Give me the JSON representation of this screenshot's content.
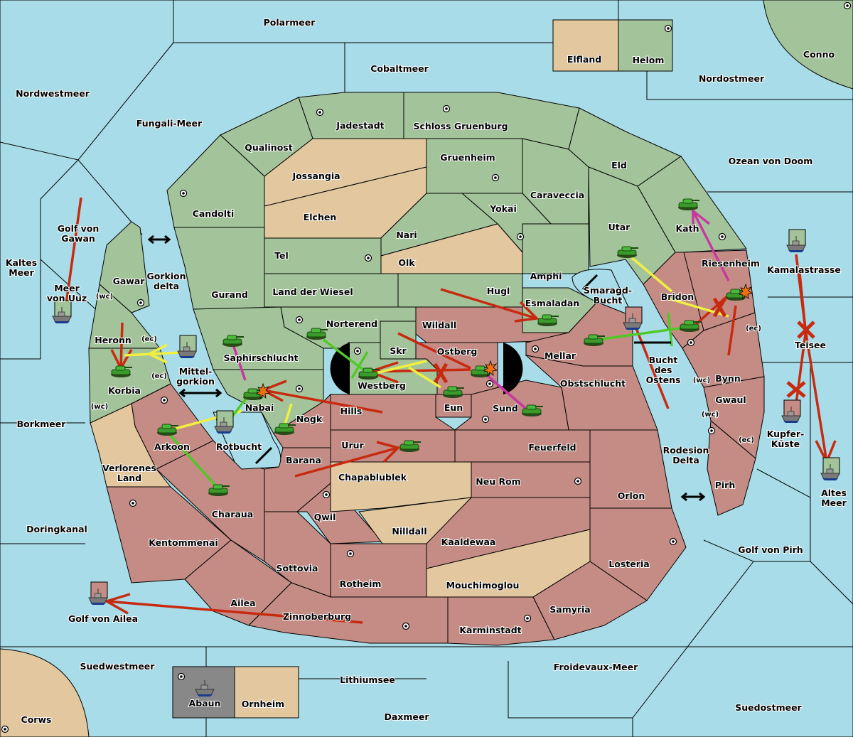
{
  "title": "Diplomacy map",
  "colors": {
    "sea": "#a8dce8",
    "green_power": "#a3c49a",
    "red_power": "#c48c84",
    "neutral": "#e2c79f",
    "grey": "#888888",
    "move_red": "#c82a10",
    "support_yellow": "#f0f040",
    "convoy_green": "#50c828",
    "retreat_magenta": "#c838a0"
  },
  "regions": [
    {
      "id": "polarmeer",
      "name": "Polarmeer",
      "type": "sea"
    },
    {
      "id": "cobaltmeer",
      "name": "Cobaltmeer",
      "type": "sea"
    },
    {
      "id": "nordwestmeer",
      "name": "Nordwestmeer",
      "type": "sea"
    },
    {
      "id": "fungali",
      "name": "Fungali-Meer",
      "type": "sea"
    },
    {
      "id": "elfland",
      "name": "Elfland",
      "type": "neutral"
    },
    {
      "id": "helom",
      "name": "Helom",
      "type": "green",
      "sc": true
    },
    {
      "id": "nordostmeer",
      "name": "Nordostmeer",
      "type": "sea"
    },
    {
      "id": "conno",
      "name": "Conno",
      "type": "green",
      "sc": true
    },
    {
      "id": "jadestadt",
      "name": "Jadestadt",
      "type": "green",
      "sc": true
    },
    {
      "id": "schloss",
      "name": "Schloss Gruenburg",
      "type": "green",
      "sc": true
    },
    {
      "id": "qualinost",
      "name": "Qualinost",
      "type": "green"
    },
    {
      "id": "jossangia",
      "name": "Jossangia",
      "type": "neutral"
    },
    {
      "id": "gruenheim",
      "name": "Gruenheim",
      "type": "green",
      "sc": true
    },
    {
      "id": "eld",
      "name": "Eld",
      "type": "green"
    },
    {
      "id": "ozean",
      "name": "Ozean von Doom",
      "type": "sea"
    },
    {
      "id": "candolti",
      "name": "Candolti",
      "type": "green",
      "sc": true
    },
    {
      "id": "elchen",
      "name": "Elchen",
      "type": "neutral"
    },
    {
      "id": "caraveccia",
      "name": "Caraveccia",
      "type": "green"
    },
    {
      "id": "yokai",
      "name": "Yokai",
      "type": "green",
      "sc": true
    },
    {
      "id": "golfgawan",
      "name": "Golf von Gawan",
      "type": "sea"
    },
    {
      "id": "utar",
      "name": "Utar",
      "type": "green"
    },
    {
      "id": "kath",
      "name": "Kath",
      "type": "green",
      "sc": true
    },
    {
      "id": "nari",
      "name": "Nari",
      "type": "green"
    },
    {
      "id": "tel",
      "name": "Tel",
      "type": "green",
      "sc": true
    },
    {
      "id": "olk",
      "name": "Olk",
      "type": "neutral"
    },
    {
      "id": "kaltes",
      "name": "Kaltes Meer",
      "type": "sea"
    },
    {
      "id": "gawar",
      "name": "Gawar",
      "type": "green",
      "sc": true
    },
    {
      "id": "gorkiondelta",
      "name": "Gorkion delta",
      "type": "sea"
    },
    {
      "id": "amphi",
      "name": "Amphi",
      "type": "green"
    },
    {
      "id": "riesenheim",
      "name": "Riesenheim",
      "type": "red"
    },
    {
      "id": "kamalastrasse",
      "name": "Kamalastrasse",
      "type": "sea"
    },
    {
      "id": "meeruuz",
      "name": "Meer von Uuz",
      "type": "sea"
    },
    {
      "id": "gurand",
      "name": "Gurand",
      "type": "green"
    },
    {
      "id": "landwiesel",
      "name": "Land der Wiesel",
      "type": "green"
    },
    {
      "id": "hugl",
      "name": "Hugl",
      "type": "green"
    },
    {
      "id": "smaragd",
      "name": "Smaragd-Bucht",
      "type": "sea"
    },
    {
      "id": "bridon",
      "name": "Bridon",
      "type": "red",
      "sc": true
    },
    {
      "id": "esmaladan",
      "name": "Esmaladan",
      "type": "green"
    },
    {
      "id": "norterend",
      "name": "Norterend",
      "type": "green",
      "sc": true
    },
    {
      "id": "wildall",
      "name": "Wildall",
      "type": "red"
    },
    {
      "id": "heronn",
      "name": "Heronn",
      "type": "green"
    },
    {
      "id": "teisee",
      "name": "Teisee",
      "type": "sea"
    },
    {
      "id": "skr",
      "name": "Skr",
      "type": "green"
    },
    {
      "id": "ostberg",
      "name": "Ostberg",
      "type": "red",
      "sc": true
    },
    {
      "id": "mellar",
      "name": "Mellar",
      "type": "red",
      "sc": true
    },
    {
      "id": "saphirschlucht",
      "name": "Saphirschlucht",
      "type": "green"
    },
    {
      "id": "westberg",
      "name": "Westberg",
      "type": "green",
      "sc": true
    },
    {
      "id": "buchtostens",
      "name": "Bucht des Ostens",
      "type": "sea"
    },
    {
      "id": "mittelgorkion",
      "name": "Mittel-gorkion",
      "type": "sea"
    },
    {
      "id": "korbia",
      "name": "Korbia",
      "type": "green"
    },
    {
      "id": "bynn",
      "name": "Bynn",
      "type": "red"
    },
    {
      "id": "obstschlucht",
      "name": "Obstschlucht",
      "type": "red"
    },
    {
      "id": "nabai",
      "name": "Nabai",
      "type": "green",
      "sc": true
    },
    {
      "id": "eun",
      "name": "Eun",
      "type": "red"
    },
    {
      "id": "sund",
      "name": "Sund",
      "type": "red",
      "sc": true
    },
    {
      "id": "gwaul",
      "name": "Gwaul",
      "type": "red",
      "sc": true
    },
    {
      "id": "hills",
      "name": "Hills",
      "type": "red"
    },
    {
      "id": "nogk",
      "name": "Nogk",
      "type": "red"
    },
    {
      "id": "borkmeer",
      "name": "Borkmeer",
      "type": "sea"
    },
    {
      "id": "arkoon",
      "name": "Arkoon",
      "type": "red",
      "sc": true
    },
    {
      "id": "rotbucht",
      "name": "Rotbucht",
      "type": "sea"
    },
    {
      "id": "urur",
      "name": "Urur",
      "type": "red"
    },
    {
      "id": "feuerfeld",
      "name": "Feuerfeld",
      "type": "red"
    },
    {
      "id": "kupferkueste",
      "name": "Kupfer-Küste",
      "type": "sea"
    },
    {
      "id": "barana",
      "name": "Barana",
      "type": "red"
    },
    {
      "id": "rodesion",
      "name": "Rodesion Delta",
      "type": "sea"
    },
    {
      "id": "verlorenes",
      "name": "Verlorenes Land",
      "type": "neutral"
    },
    {
      "id": "chapablublek",
      "name": "Chapablublek",
      "type": "neutral"
    },
    {
      "id": "neurom",
      "name": "Neu Rom",
      "type": "red",
      "sc": true
    },
    {
      "id": "pirh",
      "name": "Pirh",
      "type": "red"
    },
    {
      "id": "altesmeer",
      "name": "Altes Meer",
      "type": "sea"
    },
    {
      "id": "orlon",
      "name": "Orlon",
      "type": "red"
    },
    {
      "id": "charaua",
      "name": "Charaua",
      "type": "red"
    },
    {
      "id": "qwil",
      "name": "Qwil",
      "type": "red",
      "sc": true
    },
    {
      "id": "nilldall",
      "name": "Nilldall",
      "type": "neutral"
    },
    {
      "id": "doringkanal",
      "name": "Doringkanal",
      "type": "sea"
    },
    {
      "id": "kentommenai",
      "name": "Kentommenai",
      "type": "red",
      "sc": true
    },
    {
      "id": "kaaldewaa",
      "name": "Kaaldewaa",
      "type": "red"
    },
    {
      "id": "golfpirh",
      "name": "Golf von Pirh",
      "type": "sea"
    },
    {
      "id": "losteria",
      "name": "Losteria",
      "type": "red",
      "sc": true
    },
    {
      "id": "sottovia",
      "name": "Sottovia",
      "type": "red"
    },
    {
      "id": "rotheim",
      "name": "Rotheim",
      "type": "red",
      "sc": true
    },
    {
      "id": "mouchimoglou",
      "name": "Mouchimoglou",
      "type": "neutral"
    },
    {
      "id": "ailea",
      "name": "Ailea",
      "type": "red"
    },
    {
      "id": "samyria",
      "name": "Samyria",
      "type": "red"
    },
    {
      "id": "golfailea",
      "name": "Golf von Ailea",
      "type": "sea"
    },
    {
      "id": "zinnoberburg",
      "name": "Zinnoberburg",
      "type": "red",
      "sc": true
    },
    {
      "id": "karminstadt",
      "name": "Karminstadt",
      "type": "red",
      "sc": true
    },
    {
      "id": "suedwestmeer",
      "name": "Suedwestmeer",
      "type": "sea"
    },
    {
      "id": "froidevaux",
      "name": "Froidevaux-Meer",
      "type": "sea"
    },
    {
      "id": "lithiumsee",
      "name": "Lithiumsee",
      "type": "sea"
    },
    {
      "id": "abaun",
      "name": "Abaun",
      "type": "grey",
      "sc": true
    },
    {
      "id": "ornheim",
      "name": "Ornheim",
      "type": "neutral"
    },
    {
      "id": "suedostmeer",
      "name": "Suedostmeer",
      "type": "sea"
    },
    {
      "id": "daxmeer",
      "name": "Daxmeer",
      "type": "sea"
    },
    {
      "id": "corws",
      "name": "Corws",
      "type": "neutral",
      "sc": true
    }
  ],
  "coast_labels": [
    "(wc)",
    "(ec)",
    "(ec)",
    "(wc)",
    "(ec)",
    "(wc)",
    "(wc)",
    "(ec)"
  ],
  "units": [
    {
      "kind": "army",
      "power": "green",
      "at": "Kath"
    },
    {
      "kind": "army",
      "power": "green",
      "at": "Utar"
    },
    {
      "kind": "army",
      "power": "green",
      "at": "Riesenheim",
      "dislodged": true
    },
    {
      "kind": "army",
      "power": "green",
      "at": "Bridon"
    },
    {
      "kind": "army",
      "power": "green",
      "at": "Mellar"
    },
    {
      "kind": "army",
      "power": "green",
      "at": "Esmaladan"
    },
    {
      "kind": "army",
      "power": "green",
      "at": "Norterend"
    },
    {
      "kind": "army",
      "power": "green",
      "at": "Westberg"
    },
    {
      "kind": "army",
      "power": "green",
      "at": "Ostberg",
      "dislodged": true
    },
    {
      "kind": "army",
      "power": "green",
      "at": "Eun"
    },
    {
      "kind": "army",
      "power": "green",
      "at": "Sund"
    },
    {
      "kind": "army",
      "power": "green",
      "at": "Saphirschlucht"
    },
    {
      "kind": "army",
      "power": "green",
      "at": "Nabai",
      "dislodged": true
    },
    {
      "kind": "army",
      "power": "green",
      "at": "Nogk"
    },
    {
      "kind": "army",
      "power": "green",
      "at": "Korbia"
    },
    {
      "kind": "army",
      "power": "green",
      "at": "Arkoon"
    },
    {
      "kind": "army",
      "power": "green",
      "at": "Charaua"
    },
    {
      "kind": "army",
      "power": "green",
      "at": "Urur"
    },
    {
      "kind": "fleet",
      "power": "green",
      "at": "Meer von Uuz"
    },
    {
      "kind": "fleet",
      "power": "green",
      "at": "Mittel-gorkion"
    },
    {
      "kind": "fleet",
      "power": "green",
      "at": "Rotbucht"
    },
    {
      "kind": "fleet",
      "power": "green",
      "at": "Kamalastrasse"
    },
    {
      "kind": "fleet",
      "power": "green",
      "at": "Altes Meer"
    },
    {
      "kind": "fleet",
      "power": "red",
      "at": "Smaragd-Bucht"
    },
    {
      "kind": "fleet",
      "power": "red",
      "at": "Kupfer-Küste"
    },
    {
      "kind": "fleet",
      "power": "red",
      "at": "Golf von Ailea"
    },
    {
      "kind": "fleet",
      "power": "grey",
      "at": "Abaun"
    }
  ]
}
